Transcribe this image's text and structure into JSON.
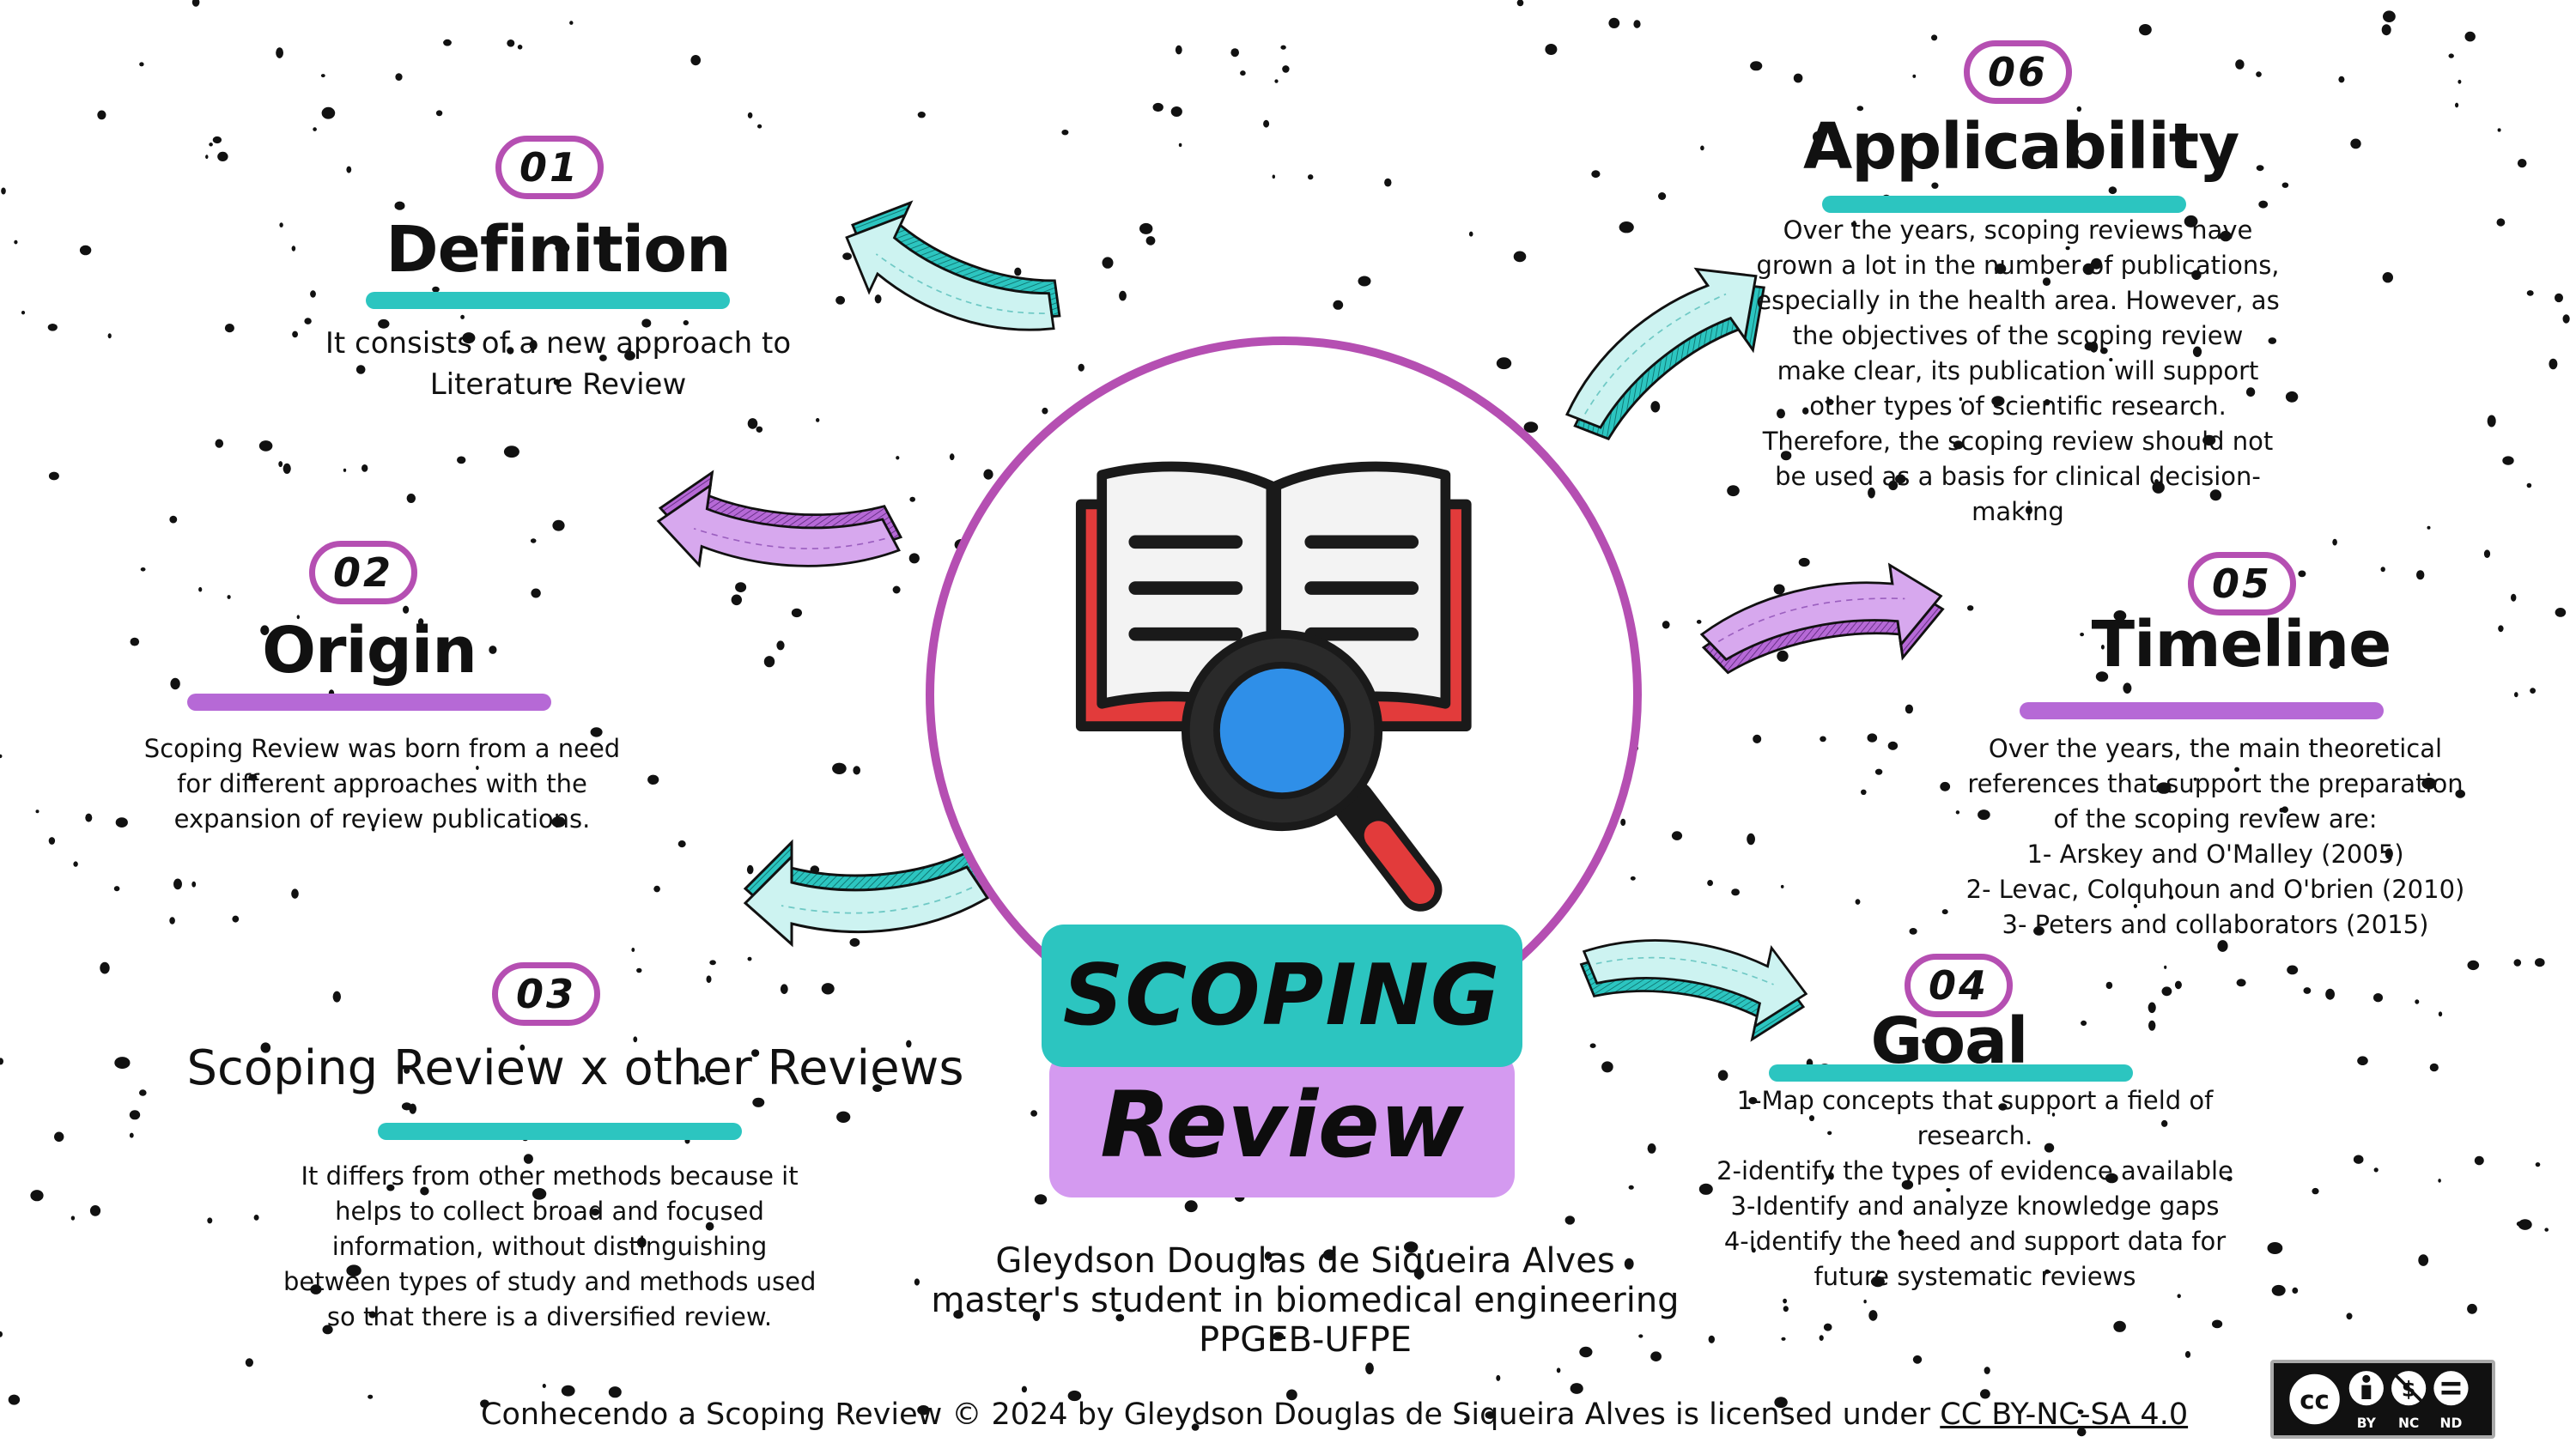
{
  "center": {
    "line1": "SCOPING",
    "line2": "Review",
    "icon": "book-magnifier-icon"
  },
  "sections": [
    {
      "id": "definition",
      "number": "01",
      "title": "Definition",
      "lines": [
        "It consists of a new approach to",
        "Literature Review"
      ]
    },
    {
      "id": "origin",
      "number": "02",
      "title": "Origin",
      "lines": [
        "Scoping Review was born from a need",
        "for different approaches with the",
        "expansion of review publications."
      ]
    },
    {
      "id": "other-reviews",
      "number": "03",
      "title": "Scoping Review x other Reviews",
      "lines": [
        "It differs from other methods because it",
        "helps to collect broad and focused",
        "information, without distinguishing",
        "between types of study and methods used",
        "so that there is a diversified review."
      ]
    },
    {
      "id": "goal",
      "number": "04",
      "title": "Goal",
      "lines": [
        "1-Map concepts that support a field of",
        "research.",
        "2-identify the types of evidence available",
        "3-Identify and analyze knowledge gaps",
        "4-identify the need and support data for",
        "future systematic reviews"
      ]
    },
    {
      "id": "timeline",
      "number": "05",
      "title": "Timeline",
      "lines": [
        "Over the years, the main theoretical",
        "references that support the preparation",
        "of the scoping review are:",
        "1- Arskey and O'Malley (2005)",
        "2- Levac, Colquhoun and O'brien (2010)",
        "3- Peters and collaborators (2015)"
      ]
    },
    {
      "id": "applicability",
      "number": "06",
      "title": "Applicability",
      "lines": [
        "Over the years, scoping reviews have",
        "grown a lot in the number of publications,",
        "especially in the health area. However, as",
        "the objectives of the scoping review",
        "make clear, its publication will support",
        "other types of scientific research.",
        "Therefore, the scoping review should not",
        "be used as a basis for clinical decision-",
        "making"
      ]
    }
  ],
  "author": {
    "name": "Gleydson Douglas de Siqueira Alves",
    "role": "master's student in biomedical engineering",
    "institution": "PPGEB-UFPE"
  },
  "license": {
    "text": "Conhecendo a Scoping Review © 2024 by Gleydson Douglas de Siqueira Alves is licensed under",
    "link": "CC BY-NC-SA 4.0",
    "badge_labels": [
      "BY",
      "NC",
      "ND"
    ]
  },
  "colors": {
    "teal": "#2cc5c0",
    "purple": "#b669d6",
    "light_purple": "#d49af0",
    "magenta_border": "#b54fb2",
    "arrow_teal": "#cdf3f1",
    "arrow_purple": "#d7a8ee"
  }
}
